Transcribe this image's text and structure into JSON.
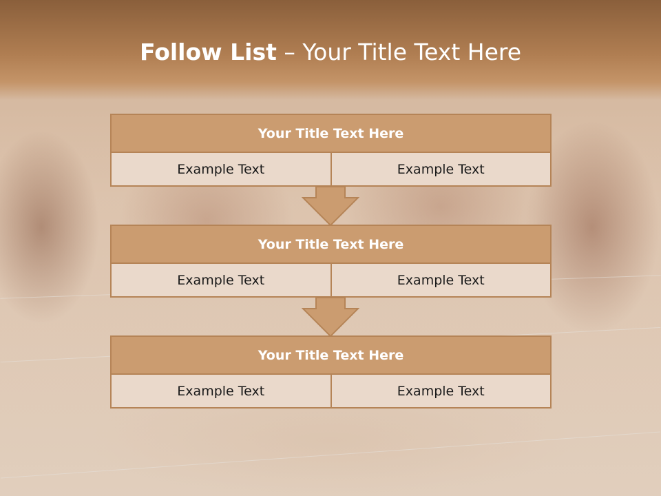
{
  "slide": {
    "title_bold": "Follow List",
    "title_rest": " – Your Title Text Here"
  },
  "blocks": [
    {
      "header": "Your Title Text Here",
      "left": "Example Text",
      "right": "Example Text"
    },
    {
      "header": "Your Title Text Here",
      "left": "Example Text",
      "right": "Example Text"
    },
    {
      "header": "Your Title Text Here",
      "left": "Example Text",
      "right": "Example Text"
    }
  ],
  "colors": {
    "header_fill": "#cb9c70",
    "cell_fill": "#ead9cb",
    "border": "#b58457",
    "title_band": "#b07e52"
  }
}
